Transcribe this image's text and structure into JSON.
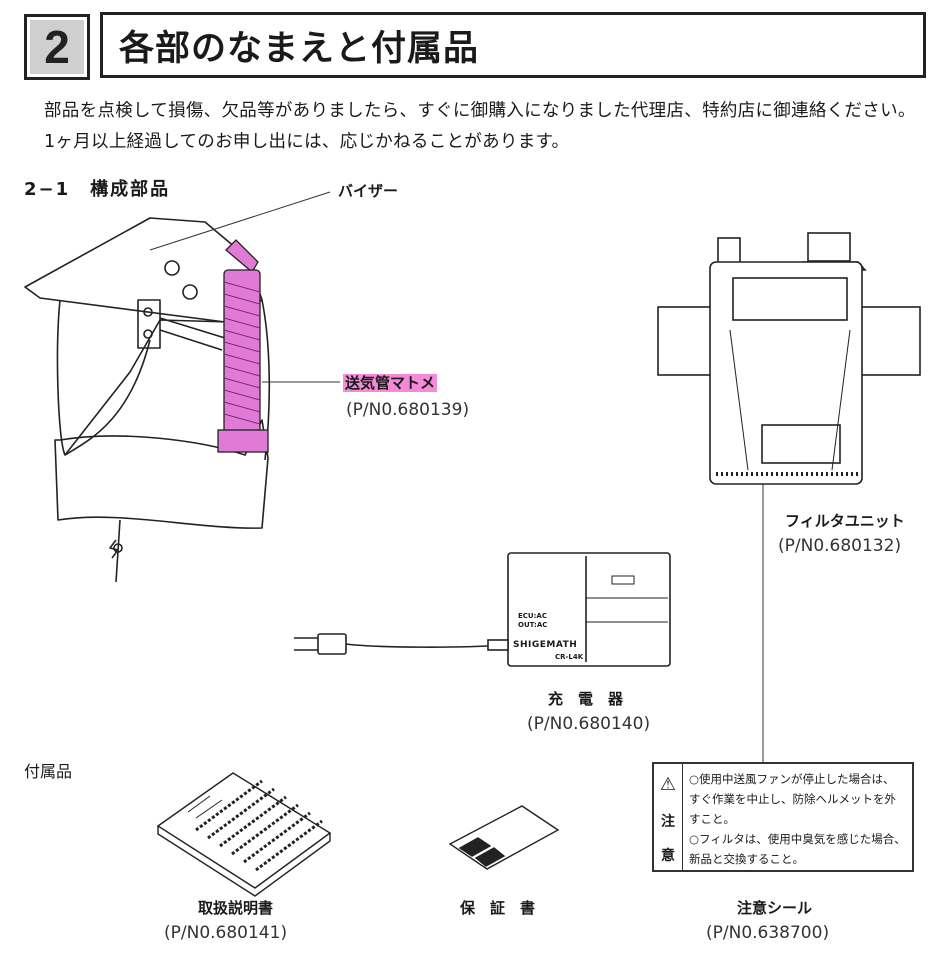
{
  "section": {
    "number": "2",
    "title": "各部のなまえと付属品"
  },
  "intro": "部品を点検して損傷、欠品等がありましたら、すぐに御購入になりました代理店、特約店に御連絡ください。1ヶ月以上経過してのお申し出には、応じかねることがあります。",
  "subsection_title": "2−1　構成部品",
  "parts": {
    "visor": {
      "label": "バイザー"
    },
    "air_tube_cover": {
      "label": "送気管マトメ",
      "part_no": "(P/N0.680139)"
    },
    "filter_unit": {
      "label": "フィルタユニット",
      "part_no": "(P/N0.680132)"
    },
    "charger": {
      "label": "充　電　器",
      "part_no": "(P/N0.680140)"
    }
  },
  "charger_device_text": {
    "spec1": "ECU:AC",
    "spec2": "OUT:AC",
    "brand": "SHIGEMATH",
    "model": "CR-L4K"
  },
  "accessories": {
    "heading": "付属品",
    "manual": {
      "label": "取扱説明書",
      "part_no": "(P/N0.680141)"
    },
    "warranty": {
      "label": "保　証　書"
    },
    "caution_seal": {
      "label": "注意シール",
      "part_no": "(P/N0.638700)"
    }
  },
  "caution_box": {
    "mark": "⚠",
    "side_chars": [
      "注",
      "意"
    ],
    "item1": "○使用中送風ファンが停止した場合は、すぐ作業を中止し、防除ヘルメットを外すこと。",
    "item2": "○フィルタは、使用中臭気を感じた場合、新品と交換すること。"
  },
  "colors": {
    "highlight": "#f58ad8",
    "tube": "#e07ad6"
  }
}
